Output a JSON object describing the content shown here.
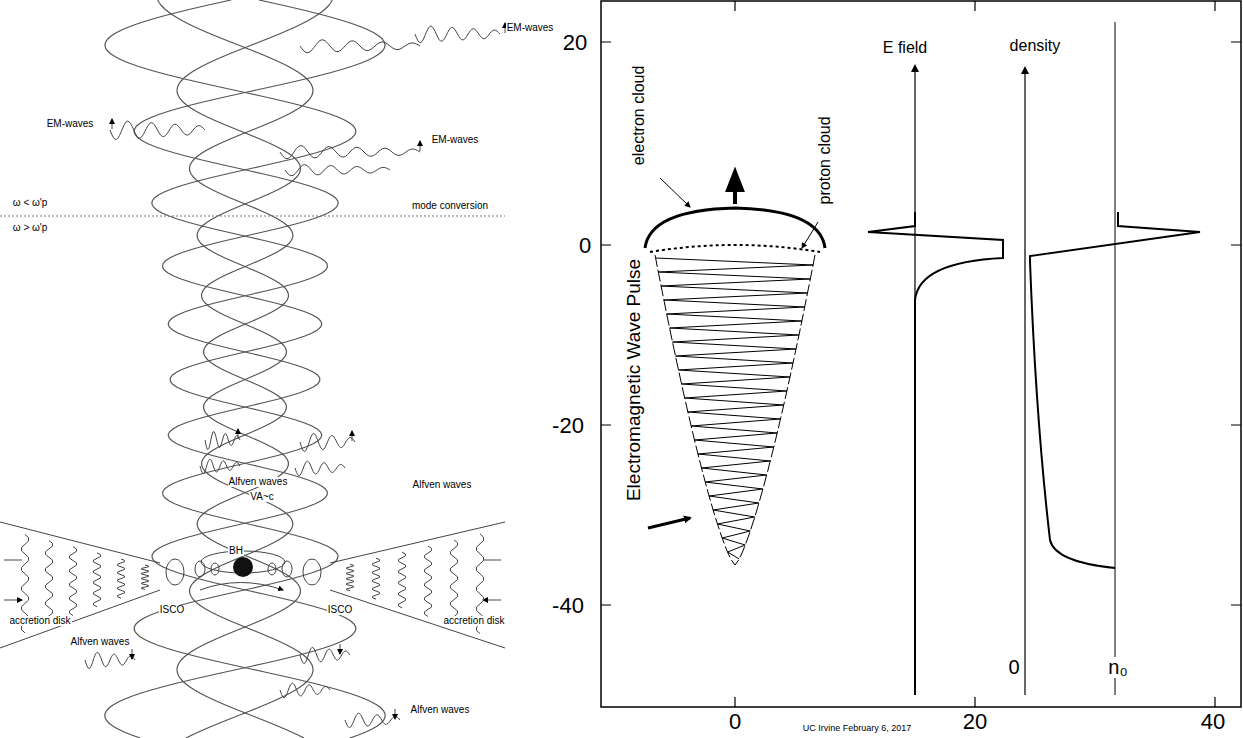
{
  "diagram": {
    "labels": [
      "EM-waves",
      "EM-waves",
      "EM-waves",
      "ω < ω'p",
      "ω > ω'p",
      "mode conversion",
      "Alfven waves",
      "Alfven waves",
      "VA~c",
      "BH",
      "ISCO",
      "ISCO",
      "accretion disk",
      "accretion disk",
      "Alfven waves",
      "Alfven waves",
      "20",
      "0",
      "-20",
      "-40",
      "0",
      "20",
      "40",
      "electron cloud",
      "proton cloud",
      "Electromagnetic Wave Pulse",
      "E field",
      "density",
      "0",
      "n₀",
      "UC Irvine February 6, 2017"
    ]
  }
}
